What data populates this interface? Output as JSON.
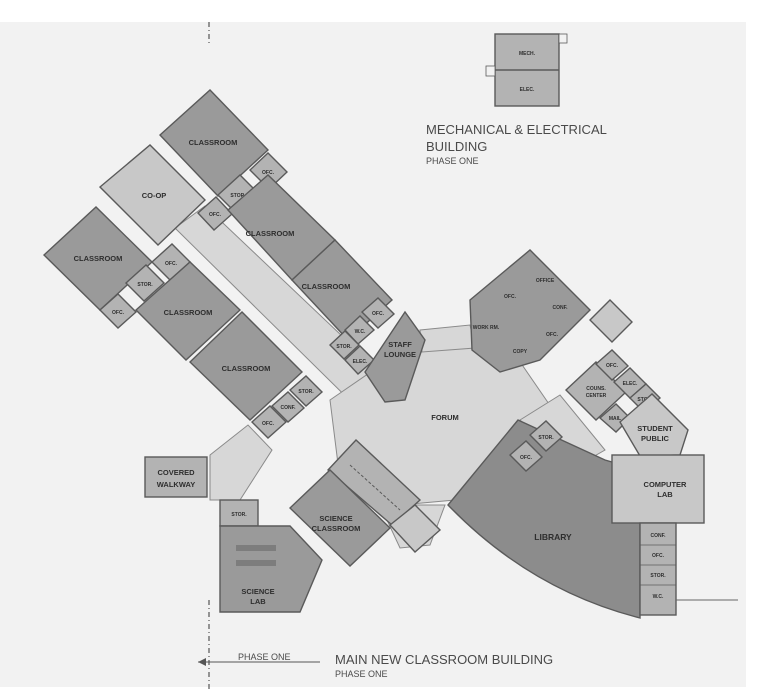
{
  "mech_building": {
    "rooms": [
      "MECH.",
      "ELEC."
    ],
    "title_line1": "MECHANICAL & ELECTRICAL",
    "title_line2": "BUILDING",
    "phase": "PHASE ONE"
  },
  "main_building": {
    "title": "MAIN NEW CLASSROOM BUILDING",
    "phase": "PHASE ONE",
    "phase_marker": "PHASE ONE"
  },
  "rooms": {
    "classroom": "CLASSROOM",
    "coop": "CO-OP",
    "ofc": "OFC.",
    "stor": "STOR.",
    "staff_lounge_1": "STAFF",
    "staff_lounge_2": "LOUNGE",
    "forum": "FORUM",
    "library": "LIBRARY",
    "science_classroom_1": "SCIENCE",
    "science_classroom_2": "CLASSROOM",
    "science_lab_1": "SCIENCE",
    "science_lab_2": "LAB",
    "computer_lab_1": "COMPUTER",
    "computer_lab_2": "LAB",
    "student_public_1": "STUDENT",
    "student_public_2": "PUBLIC",
    "covered_walkway_1": "COVERED",
    "covered_walkway_2": "WALKWAY",
    "counseling_1": "COUNS.",
    "counseling_2": "CENTER",
    "mail": "MAIL",
    "elec": "ELEC.",
    "wc": "W.C.",
    "conf": "CONF.",
    "work_rm": "WORK RM.",
    "office": "OFFICE",
    "copy": "COPY"
  }
}
